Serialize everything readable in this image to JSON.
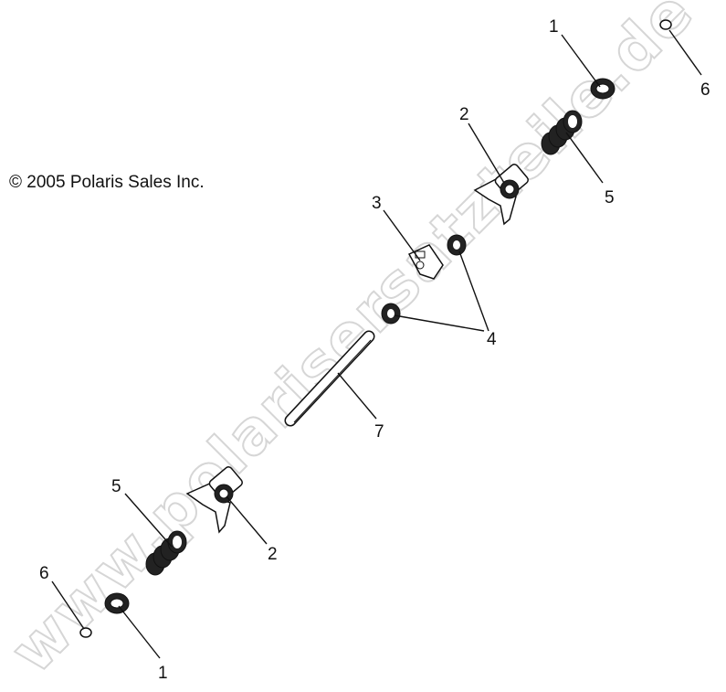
{
  "copyright": "© 2005 Polaris Sales Inc.",
  "watermark": "www.polarisersatzteile.de",
  "callouts": [
    "1",
    "6",
    "2",
    "5",
    "3",
    "4",
    "7",
    "5",
    "2",
    "6",
    "1"
  ]
}
